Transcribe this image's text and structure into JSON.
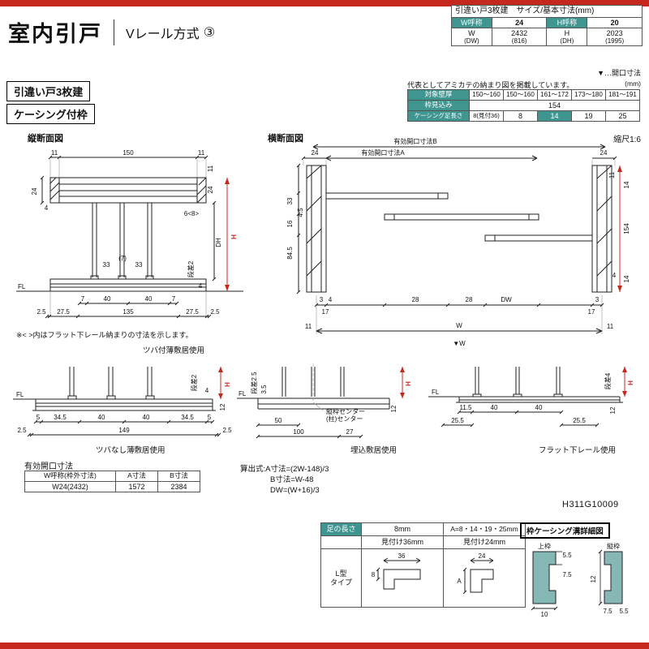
{
  "colors": {
    "red": "#c5291d",
    "teal": "#3f9590"
  },
  "header": {
    "title": "室内引戸",
    "subtitle": "Vレール方式",
    "circle": "③"
  },
  "size_table": {
    "title": "引違い戸3枚建　サイズ/基本寸法(mm)",
    "w_h": "W呼称",
    "w_v": "24",
    "h_h": "H呼称",
    "h_v": "20",
    "w_name": "W",
    "w_name2": "(DW)",
    "w_val": "2432",
    "w_val2": "(816)",
    "h_name": "H",
    "h_name2": "(DH)",
    "h_val": "2023",
    "h_val2": "(1995)"
  },
  "opening_note": "▼…開口寸法",
  "intro": {
    "tag1": "引違い戸3枚建",
    "tag2": "ケーシング付枠",
    "note": "代表としてアミカテの納まり図を掲載しています。",
    "unit": "(mm)"
  },
  "wall_table": {
    "r1": [
      "対象壁厚",
      "150〜160",
      "150〜160",
      "161〜172",
      "173〜180",
      "181〜191"
    ],
    "r2": [
      "枠見込み",
      "154"
    ],
    "r3": [
      "ケーシング足長さ",
      "8(見付36)",
      "8",
      "14",
      "19",
      "25"
    ]
  },
  "vs": {
    "title": "縦断面図",
    "t1": "11",
    "t2": "150",
    "t3": "11",
    "l24": "24",
    "l4": "4",
    "r11": "11",
    "r24": "24",
    "r68": "6<8>",
    "dh": "DH",
    "h": "H",
    "m1": "33",
    "m2": "(7)",
    "m3": "33",
    "step": "段差2",
    "b4": "4",
    "fl": "FL",
    "c1": "7",
    "c2": "40",
    "c3": "40",
    "c4": "7",
    "d1": "2.5",
    "d2": "27.5",
    "d3": "135",
    "d4": "27.5",
    "d5": "2.5",
    "note": "※< >内はフラット下レール納まりの寸法を示します。",
    "caption": "ツバ付薄敷居使用"
  },
  "hs": {
    "title": "横断面図",
    "scale": "縮尺1:6",
    "open_b": "有効開口寸法B",
    "open_a": "有効開口寸法A",
    "t24l": "24",
    "t24r": "24",
    "l33": "33",
    "l45": "4.5",
    "l16": "16",
    "l845": "84.5",
    "r11": "11",
    "r14t": "14",
    "r154": "154",
    "r14b": "14",
    "r4": "4",
    "b3l": "3",
    "b4l": "4",
    "b17l": "17",
    "b28a": "28",
    "b28b": "28",
    "bdw": "DW",
    "b3r": "3",
    "b17r": "17",
    "b11l": "11",
    "b11r": "11",
    "w": "W",
    "wmark": "▼W"
  },
  "sd1": {
    "fl": "FL",
    "step": "段差2",
    "s4": "4",
    "h": "H",
    "s12": "12",
    "c1": "5",
    "c2": "34.5",
    "c3": "40",
    "c4": "40",
    "c5": "34.5",
    "c6": "5",
    "d1": "2.5",
    "d2": "149",
    "d3": "2.5",
    "caption": "ツバなし薄敷居使用"
  },
  "sd2": {
    "fl": "FL",
    "step": "段差2.5",
    "s35": "3.5",
    "h": "H",
    "s12": "12",
    "lead1": "縦枠センター",
    "lead2": "(柱)センター",
    "c1": "50",
    "c2": "100",
    "c3": "27",
    "caption": "埋込敷居使用"
  },
  "sd3": {
    "fl": "FL",
    "step": "段差4",
    "h": "H",
    "s12": "12",
    "c1": "11.5",
    "c2": "40",
    "c3": "40",
    "d1": "25.5",
    "d2": "25.5",
    "caption": "フラット下レール使用"
  },
  "eff": {
    "title": "有効開口寸法",
    "h1": "W呼称(枠外寸法)",
    "h2": "A寸法",
    "h3": "B寸法",
    "v1": "W24(2432)",
    "v2": "1572",
    "v3": "2384"
  },
  "formulas": {
    "f1": "算出式:A寸法=(2W-148)/3",
    "f2": "B寸法=W-48",
    "f3": "DW=(W+16)/3"
  },
  "doc_no": "H311G10009",
  "leg": {
    "h1": "足の長さ",
    "h2": "8mm",
    "h3": "A=8・14・19・25mm",
    "s1": "見付け36mm",
    "s2": "見付け24mm",
    "rl1": "L型",
    "rl2": "タイプ",
    "d36": "36",
    "d8": "8",
    "d24": "24",
    "dA": "A"
  },
  "detail": {
    "title": "枠ケーシング溝詳細図",
    "top_label": "上枠",
    "side_label": "縦枠",
    "u1": "5.5",
    "u2": "7.5",
    "u3": "10",
    "v1": "12",
    "v2": "7.5",
    "v3": "5.5"
  }
}
